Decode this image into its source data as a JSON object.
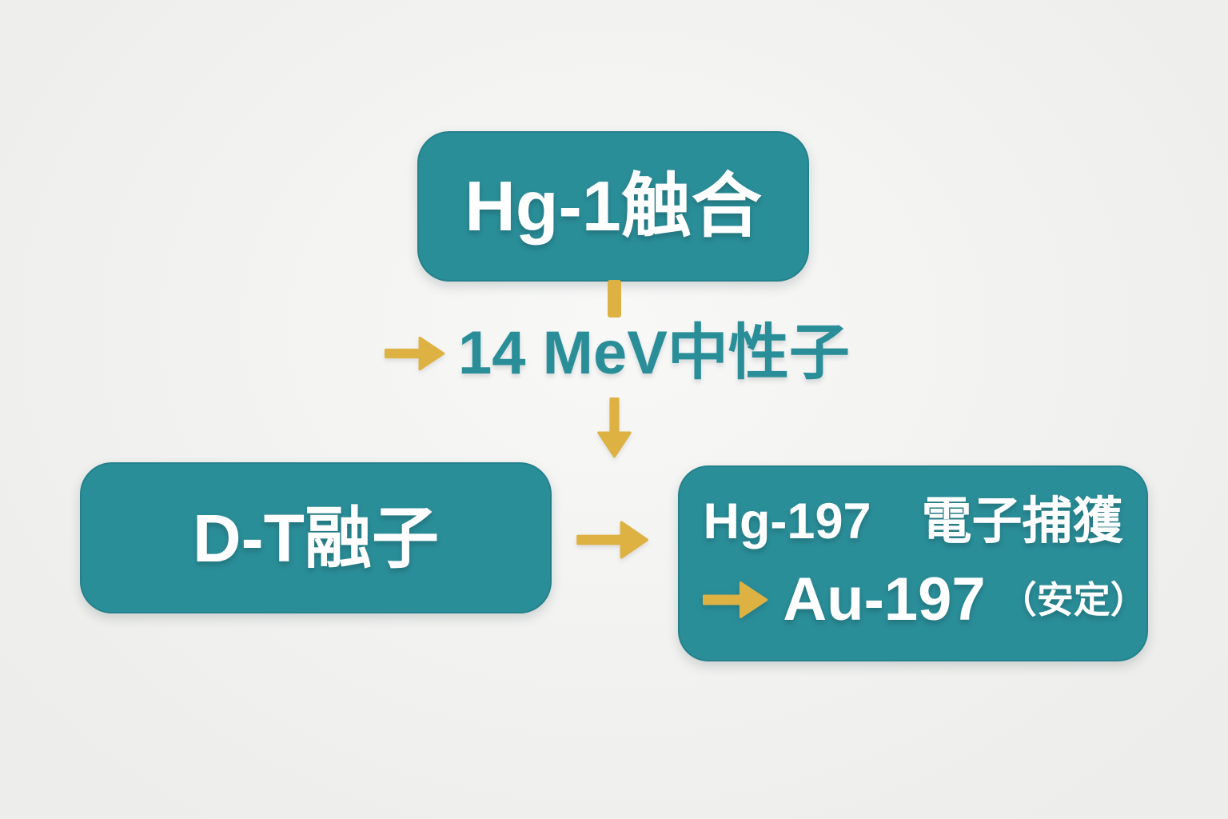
{
  "colors": {
    "background": "#f1f1ef",
    "teal": "#2a8e99",
    "yellow": "#ddb242",
    "label_text": "#ffffff"
  },
  "nodes": {
    "top": {
      "label": "Hg-1触合"
    },
    "left": {
      "label": "D-T融子"
    },
    "right": {
      "line1": "Hg-197　電子捕獲",
      "line2_main": "Au-197",
      "line2_note": "（安定）"
    }
  },
  "labels": {
    "neutron": "14 MeV中性子"
  },
  "icons": {
    "neutron_arrow": "right-arrow-icon",
    "flow_down": "down-arrow-icon",
    "fusion_to_capture": "right-arrow-icon",
    "decay_to_gold": "right-arrow-icon"
  }
}
